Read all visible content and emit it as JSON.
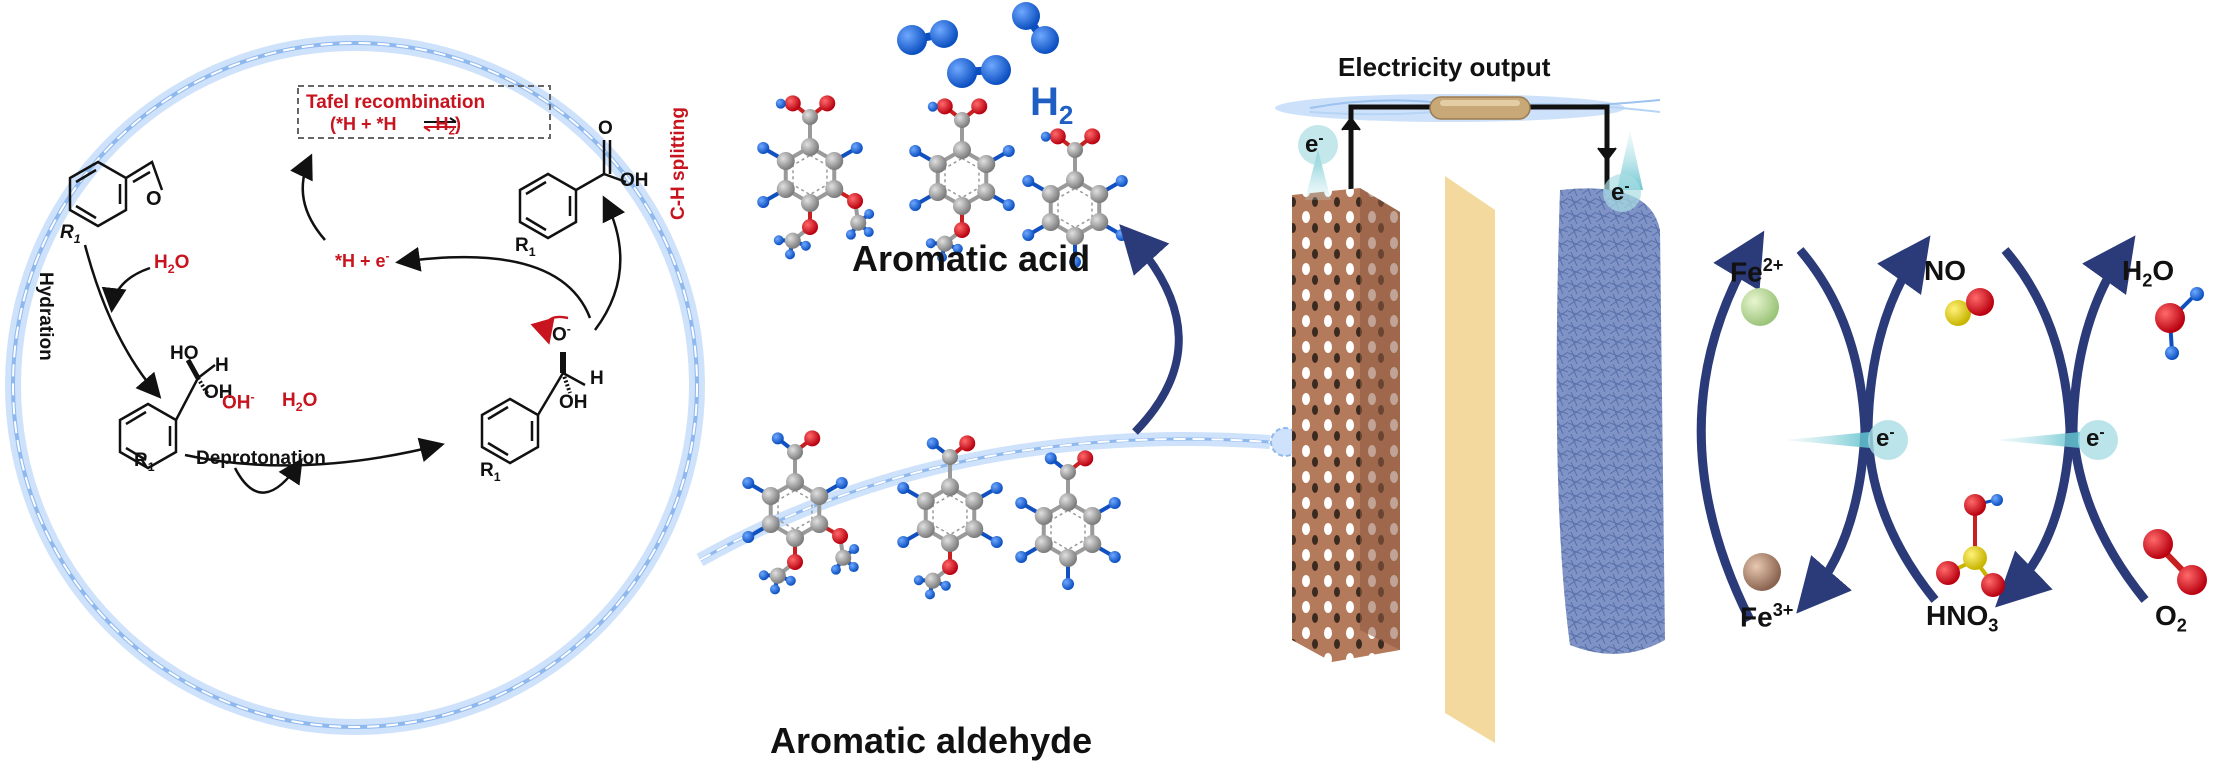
{
  "mechanism": {
    "tafel_title": "Tafel recombination",
    "tafel_eq_left": "(*H + *H",
    "tafel_eq_right": "H",
    "tafel_eq_sub": "2",
    "tafel_eq_close": ")",
    "hydration": "Hydration",
    "water1": "H",
    "water1_sub": "2",
    "water1_o": "O",
    "deprotonation": "Deprotonation",
    "hydroxide": "OH",
    "hydroxide_sup": "-",
    "water2": "H",
    "water2_sub": "2",
    "water2_o": "O",
    "ch_splitting": "C-H splitting",
    "h_electron": "*H + e",
    "h_electron_sup": "-",
    "r1": "R",
    "r1_sub": "1",
    "o_label": "O",
    "oh_label": "OH",
    "ho_label": "HO",
    "h_label": "H",
    "o_minus": "O",
    "o_minus_sup": "-"
  },
  "molecules": {
    "h2_label": "H",
    "h2_sub": "2",
    "acid_label": "Aromatic acid",
    "aldehyde_label": "Aromatic aldehyde"
  },
  "cell": {
    "electricity_label": "Electricity output",
    "electron": "e",
    "electron_sup": "-"
  },
  "redox": {
    "fe2": "Fe",
    "fe2_sup": "2+",
    "fe3": "Fe",
    "fe3_sup": "3+",
    "no": "NO",
    "hno3": "HNO",
    "hno3_sub": "3",
    "h2o": "H",
    "h2o_sub": "2",
    "h2o_o": "O",
    "o2": "O",
    "o2_sub": "2"
  },
  "colors": {
    "accent_red": "#c8141e",
    "h2_blue": "#1f5fc4",
    "arrow_navy": "#2b3a78",
    "glow_blue": "#9cc3f0"
  }
}
